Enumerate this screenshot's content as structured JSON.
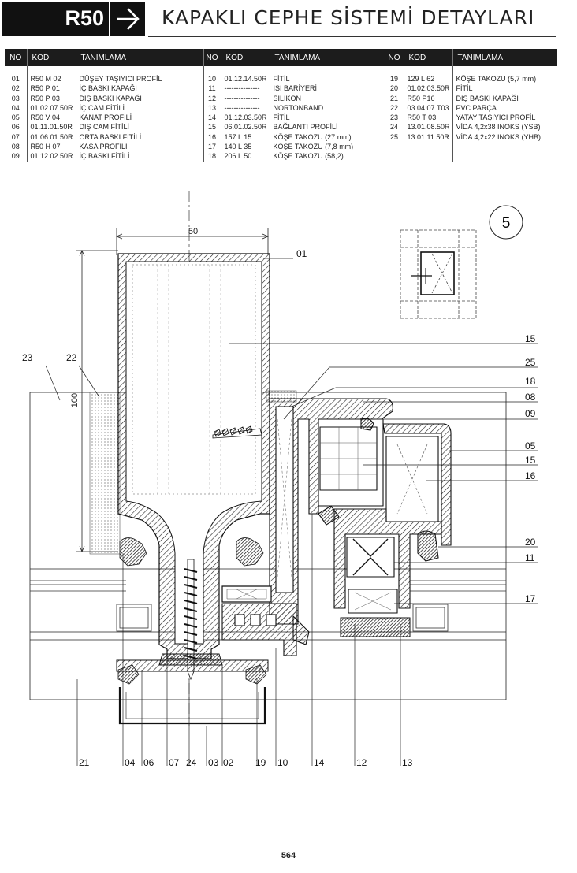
{
  "header": {
    "badge": "R50",
    "title": "KAPAKLI CEPHE SİSTEMİ DETAYLARI"
  },
  "table": {
    "headers": {
      "no": "NO",
      "kod": "KOD",
      "tanim": "TANIMLAMA"
    },
    "columns": [
      [
        {
          "no": "01",
          "kod": "R50 M 02",
          "tanim": "DÜŞEY TAŞIYICI PROFİL"
        },
        {
          "no": "02",
          "kod": "R50 P 01",
          "tanim": "İÇ BASKI KAPAĞI"
        },
        {
          "no": "03",
          "kod": "R50 P 03",
          "tanim": "DIŞ BASKI KAPAĞI"
        },
        {
          "no": "04",
          "kod": "01.02.07.50R",
          "tanim": "İÇ CAM FİTİLİ"
        },
        {
          "no": "05",
          "kod": "R50 V 04",
          "tanim": "KANAT PROFİLİ"
        },
        {
          "no": "06",
          "kod": "01.11.01.50R",
          "tanim": "DIŞ CAM FİTİLİ"
        },
        {
          "no": "07",
          "kod": "01.06.01.50R",
          "tanim": "ORTA BASKI FİTİLİ"
        },
        {
          "no": "08",
          "kod": "R50 H 07",
          "tanim": "KASA PROFİLİ"
        },
        {
          "no": "09",
          "kod": "01.12.02.50R",
          "tanim": "İÇ BASKI FİTİLİ"
        }
      ],
      [
        {
          "no": "10",
          "kod": "01.12.14.50R",
          "tanim": "FİTİL"
        },
        {
          "no": "11",
          "kod": "---------------",
          "tanim": "ISI BARİYERİ"
        },
        {
          "no": "12",
          "kod": "---------------",
          "tanim": "SİLİKON"
        },
        {
          "no": "13",
          "kod": "---------------",
          "tanim": "NORTONBAND"
        },
        {
          "no": "14",
          "kod": "01.12.03.50R",
          "tanim": "FİTİL"
        },
        {
          "no": "15",
          "kod": "06.01.02.50R",
          "tanim": "BAĞLANTI PROFİLİ"
        },
        {
          "no": "16",
          "kod": "157 L 15",
          "tanim": "KÖŞE TAKOZU (27 mm)"
        },
        {
          "no": "17",
          "kod": "140 L 35",
          "tanim": "KÖŞE TAKOZU (7,8 mm)"
        },
        {
          "no": "18",
          "kod": "206 L 50",
          "tanim": "KÖŞE TAKOZU (58,2)"
        }
      ],
      [
        {
          "no": "19",
          "kod": "129 L 62",
          "tanim": "KÖŞE TAKOZU (5,7 mm)"
        },
        {
          "no": "20",
          "kod": "01.02.03.50R",
          "tanim": "FİTİL"
        },
        {
          "no": "21",
          "kod": "R50 P16",
          "tanim": "DIŞ BASKI KAPAĞI"
        },
        {
          "no": "22",
          "kod": "03.04.07.T03",
          "tanim": "PVC PARÇA"
        },
        {
          "no": "23",
          "kod": "R50 T 03",
          "tanim": "YATAY TAŞIYICI PROFİL"
        },
        {
          "no": "24",
          "kod": "13.01.08.50R",
          "tanim": "VİDA 4,2x38 INOKS (YSB)"
        },
        {
          "no": "25",
          "kod": "13.01.11.50R",
          "tanim": "VİDA 4,2x22 INOKS (YHB)"
        },
        {
          "no": "",
          "kod": "",
          "tanim": ""
        },
        {
          "no": "",
          "kod": "",
          "tanim": ""
        }
      ]
    ]
  },
  "drawing": {
    "detail_number": "5",
    "dim_width": "50",
    "dim_height": "100",
    "callouts_top": [
      "01"
    ],
    "callouts_left": [
      "23",
      "22"
    ],
    "callouts_right": [
      "15",
      "25",
      "18",
      "08",
      "09",
      "05",
      "15",
      "16",
      "20",
      "11",
      "17"
    ],
    "callouts_bottom": [
      "21",
      "04",
      "06",
      "07",
      "24",
      "03",
      "02",
      "19",
      "10",
      "14",
      "12",
      "13"
    ]
  },
  "footer": {
    "page_number": "564"
  }
}
